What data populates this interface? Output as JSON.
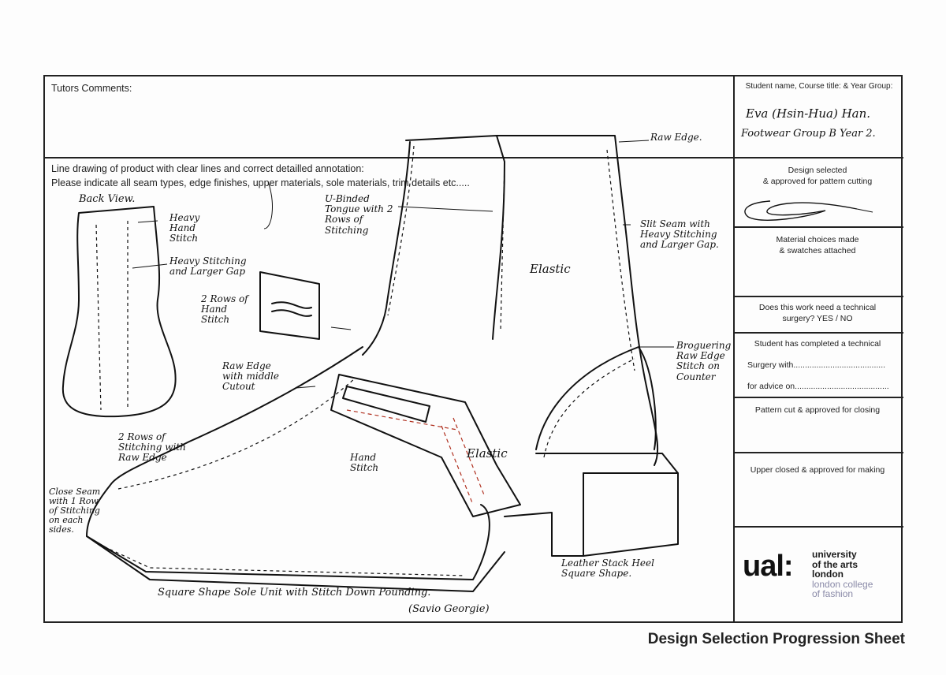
{
  "header": {
    "tutors_comments": "Tutors Comments:",
    "instruction_line1": "Line drawing of product with clear lines and correct detailled annotation:",
    "instruction_line2": "Please indicate all seam types, edge finishes, upper materials, sole materials, trim details etc....."
  },
  "sidebar": {
    "student_label": "Student name, Course title: & Year Group:",
    "student_name": "Eva (Hsin-Hua) Han.",
    "student_course": "Footwear Group B  Year 2.",
    "design_selected_line1": "Design selected",
    "design_selected_line2": "& approved for pattern cutting",
    "material_line1": "Material choices made",
    "material_line2": "& swatches attached",
    "technical_line1": "Does this work need a technical",
    "technical_line2": "surgery? YES / NO",
    "completed_line1": "Student has completed a technical",
    "surgery_with": "Surgery with........................................",
    "advice_on": "for advice on.........................................",
    "pattern_cut": "Pattern cut & approved for closing",
    "upper_closed": "Upper closed & approved for making"
  },
  "logo": {
    "mark": "ual:",
    "line1": "university",
    "line2": "of the arts",
    "line3": "london",
    "line4": "london college",
    "line5": "of fashion"
  },
  "annotations": {
    "back_view": "Back View.",
    "heavy_hand_stitch": "Heavy Hand Stitch",
    "heavy_stitching_larger_gap": "Heavy Stitching and Larger Gap",
    "two_rows_hand_stitch": "2 Rows of Hand Stitch",
    "raw_edge_middle_cutout": "Raw Edge with middle Cutout",
    "raw_edge_top": "Raw Edge.",
    "u_binded_tongue": "U-Binded Tongue with 2 Rows of Stitching",
    "elastic_upper": "Elastic",
    "slit_seam": "Slit Seam with Heavy Stitching and Larger Gap.",
    "broguering": "Broguering Raw Edge Stitch on Counter",
    "two_rows_stitching_raw_edge": "2 Rows of Stitching with Raw Edge",
    "hand_stitch": "Hand Stitch",
    "elastic_strap": "Elastic",
    "close_seam": "Close Seam with 1 Row of Stitching on each sides.",
    "leather_heel": "Leather Stack Heel Square Shape.",
    "sole_unit": "Square Shape Sole Unit with Stitch Down Pounding.",
    "designer_ref": "(Savio Georgie)"
  },
  "footer": {
    "title": "Design Selection Progression Sheet"
  },
  "colors": {
    "ink": "#111111",
    "red_stitch": "#b0301f",
    "logo_grey": "#8a8aa8"
  }
}
